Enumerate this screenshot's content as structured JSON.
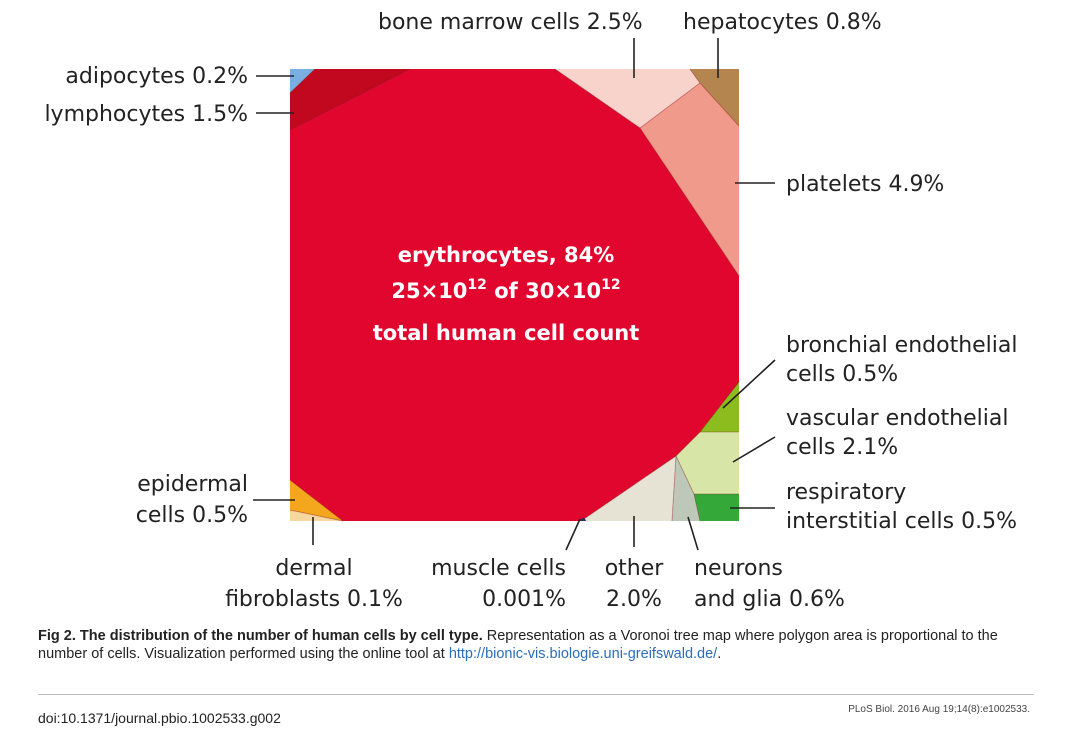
{
  "chart_data": {
    "type": "voronoi_treemap",
    "title": "",
    "cells": [
      {
        "name": "erythrocytes",
        "percent": 84,
        "label": "erythrocytes, 84%",
        "color": "#e0062e"
      },
      {
        "name": "bone marrow cells",
        "percent": 2.5,
        "label": "bone marrow cells 2.5%",
        "color": "#f8d3cc"
      },
      {
        "name": "hepatocytes",
        "percent": 0.8,
        "label": "hepatocytes 0.8%",
        "color": "#b5854f"
      },
      {
        "name": "adipocytes",
        "percent": 0.2,
        "label": "adipocytes 0.2%",
        "color": "#7aaee0"
      },
      {
        "name": "lymphocytes",
        "percent": 1.5,
        "label": "lymphocytes 1.5%",
        "color": "#c1081f"
      },
      {
        "name": "platelets",
        "percent": 4.9,
        "label": "platelets 4.9%",
        "color": "#f09a8b"
      },
      {
        "name": "bronchial endothelial cells",
        "percent": 0.5,
        "label_lines": [
          "bronchial endothelial",
          "cells 0.5%"
        ],
        "color": "#8cbc1e"
      },
      {
        "name": "vascular endothelial cells",
        "percent": 2.1,
        "label_lines": [
          "vascular endothelial",
          "cells 2.1%"
        ],
        "color": "#d7e6a6"
      },
      {
        "name": "respiratory interstitial cells",
        "percent": 0.5,
        "label_lines": [
          "respiratory",
          "interstitial cells 0.5%"
        ],
        "color": "#35a83a"
      },
      {
        "name": "neurons and glia",
        "percent": 0.6,
        "label_lines": [
          "neurons",
          "and glia 0.6%"
        ],
        "color": "#bdc8b8"
      },
      {
        "name": "other",
        "percent": 2.0,
        "label_lines": [
          "other",
          "2.0%"
        ],
        "color": "#e6e3d5"
      },
      {
        "name": "muscle cells",
        "percent": 0.001,
        "label_lines": [
          "muscle cells",
          "0.001%"
        ],
        "color": "#2a2a6a"
      },
      {
        "name": "dermal fibroblasts",
        "percent": 0.1,
        "label_lines": [
          "dermal",
          "fibroblasts 0.1%"
        ],
        "color": "#f6d7a0"
      },
      {
        "name": "epidermal cells",
        "percent": 0.5,
        "label_lines": [
          "epidermal",
          "cells 0.5%"
        ],
        "color": "#f4a71c"
      }
    ],
    "center_text": {
      "line1": "erythrocytes, 84%",
      "line2_a": "25×10",
      "line2_a_sup": "12",
      "line2_b": " of  30×10",
      "line2_b_sup": "12",
      "line3": "total human cell count"
    }
  },
  "caption": {
    "fig_label": "Fig 2.",
    "bold_title": "The distribution of the number of human cells by cell type.",
    "text_before_link": "Representation as a Voronoi tree map where polygon area is proportional to the number of cells. Visualization performed using the online tool at ",
    "link": "http://bionic-vis.biologie.uni-greifswald.de/",
    "text_after_link": "."
  },
  "doi": "doi:10.1371/journal.pbio.1002533.g002",
  "citation": "PLoS Biol. 2016 Aug 19;14(8):e1002533."
}
